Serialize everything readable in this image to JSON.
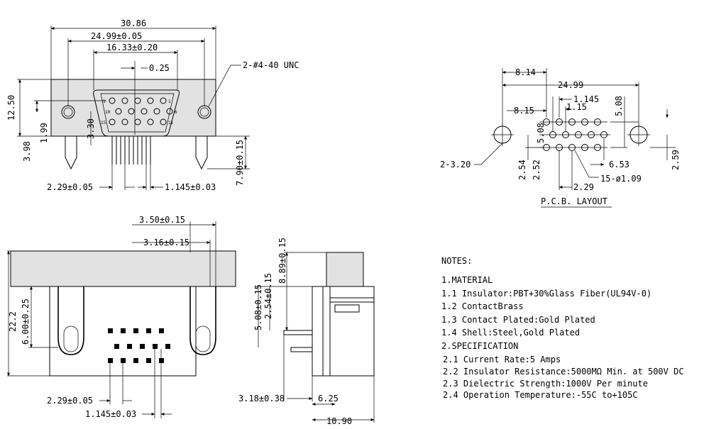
{
  "front_view": {
    "dim_overall": "30.86",
    "dim_mount": "24.99±0.05",
    "dim_shell": "16.33±0.20",
    "dim_offset": "0.25",
    "callout_thread": "2-#4-40 UNC",
    "dim_height": "12.50",
    "dim_left_a": "1.99",
    "dim_left_b": "3.98",
    "dim_row": "3.30",
    "dim_length": "7.90±0.15",
    "dim_pitch_row": "2.29±0.05",
    "dim_pitch": "1.145±0.03",
    "pin_numbers": [
      "5",
      "1",
      "10",
      "6",
      "15",
      "11"
    ]
  },
  "bottom_view": {
    "dim_a": "3.50±0.15",
    "dim_b": "3.16±0.15",
    "dim_height": "22.2",
    "dim_inner": "6.00±0.25",
    "dim_pitch_row": "2.29±0.05",
    "dim_pitch": "1.145±0.03"
  },
  "side_view": {
    "dim_tall": "8.89±0.15",
    "dim_a": "5.08±0.15",
    "dim_b": "2.54±0.15",
    "dim_tail": "3.18±0.38",
    "dim_base": "6.25",
    "dim_depth": "10.90"
  },
  "pcb_layout": {
    "dim_814": "8.14",
    "dim_2499": "24.99",
    "dim_1145": "1.145",
    "dim_115": "1.15",
    "dim_815": "8.15",
    "dim_508_top": "5.08",
    "dim_508_mid": "5.08",
    "dim_mount_holes": "2-3.20",
    "dim_254": "2.54",
    "dim_252": "2.52",
    "dim_653": "6.53",
    "dim_holes": "15-ø1.09",
    "dim_229": "2.29",
    "dim_259": "2.59",
    "title": "P.C.B. LAYOUT"
  },
  "notes": {
    "heading": "NOTES:",
    "material": "1.MATERIAL",
    "m1": "1.1 Insulator:PBT+30%Glass Fiber(UL94V-0)",
    "m2": "1.2 ContactBrass",
    "m3": "1.3 Contact Plated:Gold Plated",
    "m4": "1.4 Shell:Steel,Gold Plated",
    "specification": "2.SPECIFICATION",
    "s1": "2.1 Current Rate:5 Amps",
    "s2": "2.2 Insulator Resistance:5000MΩ Min. at 500V DC",
    "s3": "2.3 Dielectric Strength:1000V Per minute",
    "s4": "2.4 Operation Temperature:-55C to+105C"
  }
}
